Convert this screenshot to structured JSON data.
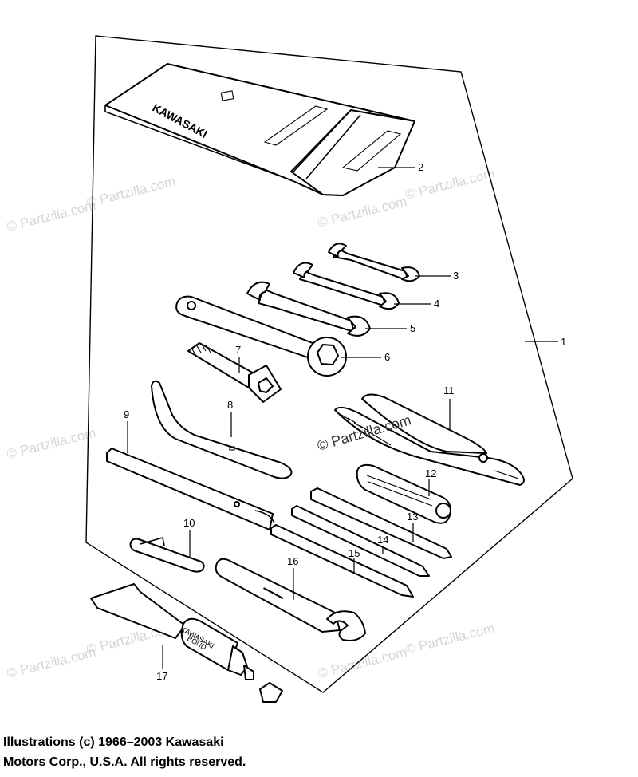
{
  "watermarks": {
    "label": "© Partzilla.com",
    "center_label": "© Partzilla.com"
  },
  "logo": {
    "text": "KAWASAKI"
  },
  "tube_label": {
    "line1": "KAWASAKI",
    "line2": "BOND"
  },
  "callouts": [
    {
      "id": "1",
      "label": "1"
    },
    {
      "id": "2",
      "label": "2"
    },
    {
      "id": "3",
      "label": "3"
    },
    {
      "id": "4",
      "label": "4"
    },
    {
      "id": "5",
      "label": "5"
    },
    {
      "id": "6",
      "label": "6"
    },
    {
      "id": "7",
      "label": "7"
    },
    {
      "id": "8",
      "label": "8"
    },
    {
      "id": "9",
      "label": "9"
    },
    {
      "id": "10",
      "label": "10"
    },
    {
      "id": "11",
      "label": "11"
    },
    {
      "id": "12",
      "label": "12"
    },
    {
      "id": "13",
      "label": "13"
    },
    {
      "id": "14",
      "label": "14"
    },
    {
      "id": "15",
      "label": "15"
    },
    {
      "id": "16",
      "label": "16"
    },
    {
      "id": "17",
      "label": "17"
    }
  ],
  "copyright": {
    "line1": "Illustrations (c) 1966–2003 Kawasaki",
    "line2": "Motors Corp., U.S.A.  All rights reserved."
  }
}
